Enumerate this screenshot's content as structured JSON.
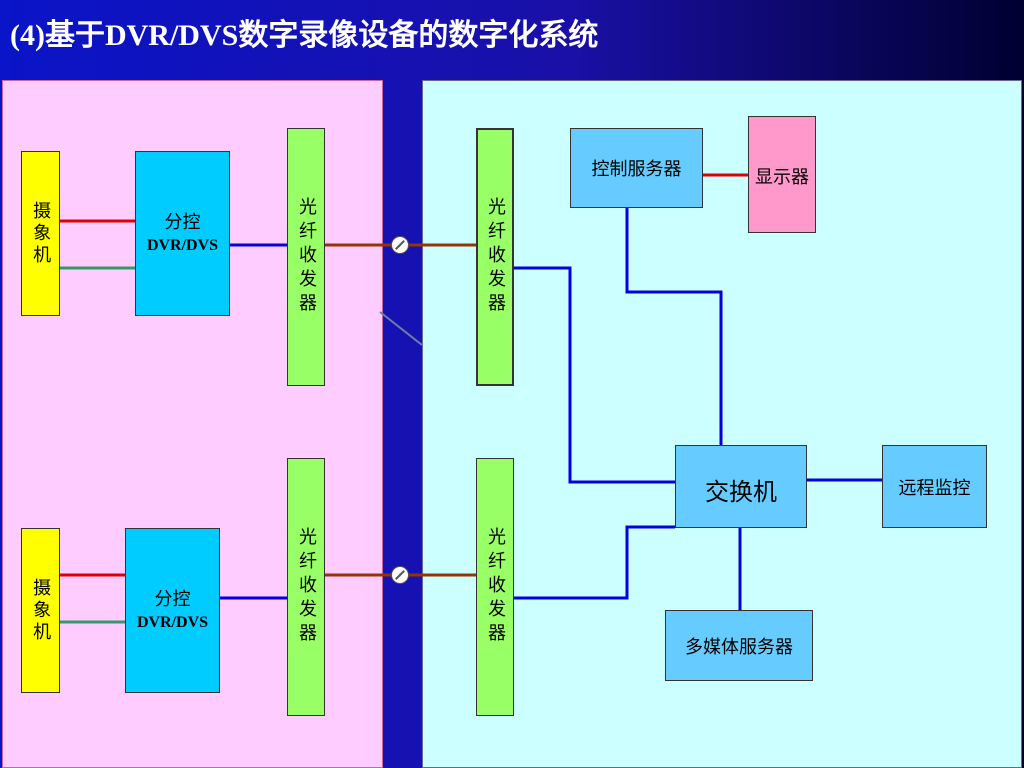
{
  "title": "(4)基于DVR/DVS数字录像设备的数字化系统",
  "nodes": {
    "camera1": "摄象机",
    "camera2": "摄象机",
    "dvr1": {
      "main": "分控",
      "sub": "DVR/DVS"
    },
    "dvr2": {
      "main": "分控",
      "sub": "DVR/DVS"
    },
    "fiber1": "光纤收发器",
    "fiber2": "光纤收发器",
    "fiber3": "光纤收发器",
    "fiber4": "光纤收发器",
    "control_server": "控制服务器",
    "display": "显示器",
    "switch": "交换机",
    "remote_monitor": "远程监控",
    "multimedia_server": "多媒体服务器"
  },
  "colors": {
    "pink_region": "#ffccff",
    "cyan_region": "#ccffff",
    "wire_red": "#e00000",
    "wire_green": "#339966",
    "wire_blue": "#0000dd",
    "wire_brown": "#993300"
  }
}
